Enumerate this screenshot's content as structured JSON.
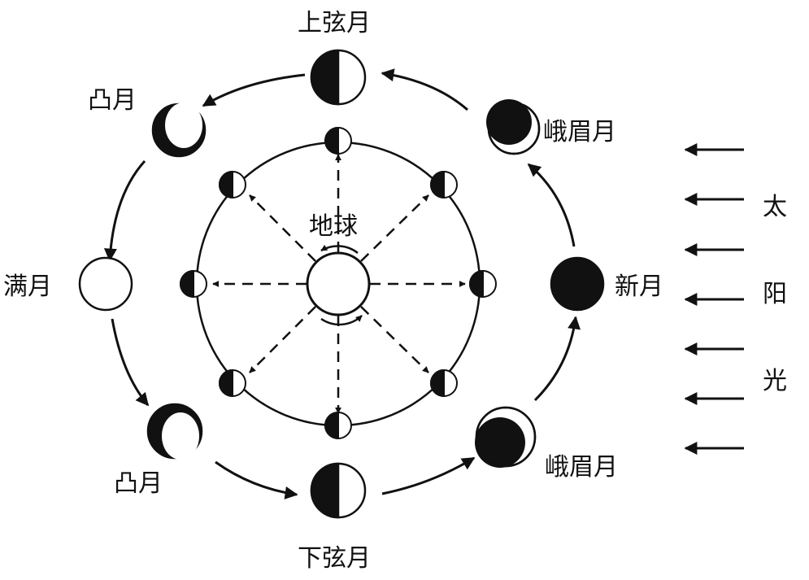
{
  "diagram": {
    "earth_label": "地球",
    "sun_label": [
      "太",
      "阳",
      "光"
    ],
    "phases": {
      "first_quarter": "上弦月",
      "waxing_gibbous": "凸月",
      "waning_gibbous": "凸月",
      "full_moon": "满月",
      "last_quarter": "下弦月",
      "crescent_upper": "峨眉月",
      "crescent_lower": "峨眉月",
      "new_moon": "新月"
    }
  },
  "colors": {
    "ink": "#111111",
    "paper": "#ffffff"
  }
}
